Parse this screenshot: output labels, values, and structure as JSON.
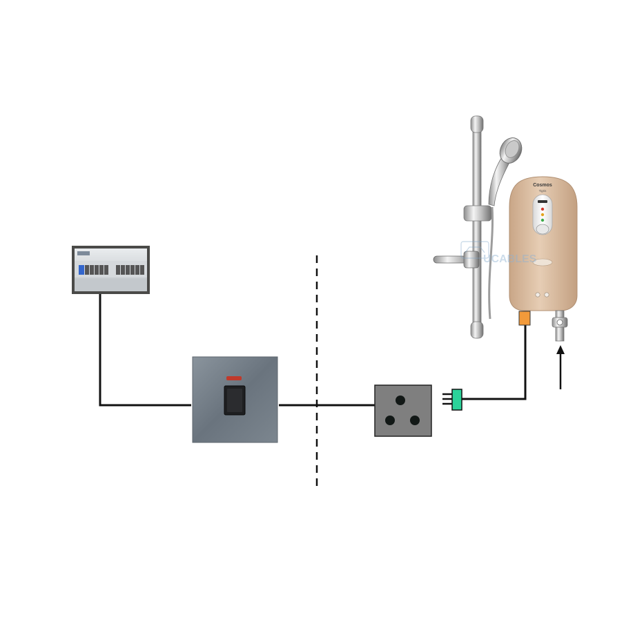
{
  "diagram": {
    "components": {
      "distribution_board": {
        "kind": "consumer-unit"
      },
      "isolator_switch": {
        "kind": "dp-switch-with-neon"
      },
      "wall_socket": {
        "kind": "three-pin-socket"
      },
      "plug": {
        "kind": "three-pin-plug",
        "color": "#2bd39a"
      },
      "water_heater": {
        "brand_label": "Cosmos",
        "model_label": "Tigris",
        "terminal_color": "#f29a3a"
      },
      "water_inlet": {
        "kind": "inlet-valve-with-arrow"
      }
    },
    "divider": {
      "style": "dashed"
    },
    "watermark": {
      "text": "UCABLES"
    }
  },
  "colors": {
    "wire": "#111111",
    "switch_plate": "#6d7781",
    "socket_plate": "#7f7f7f",
    "heater_body": "#d9b99a",
    "neon": "#c0392b"
  }
}
